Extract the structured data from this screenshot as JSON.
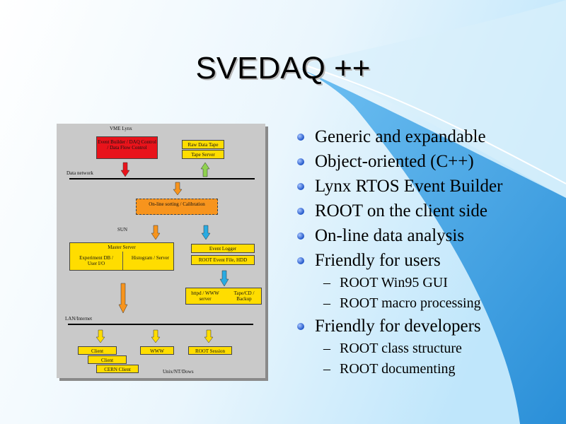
{
  "slide": {
    "title": "SVEDAQ ++",
    "bullets": [
      {
        "text": "Generic and expandable"
      },
      {
        "text": "Object-oriented (C++)"
      },
      {
        "text": "Lynx RTOS Event Builder"
      },
      {
        "text": "ROOT on the client side"
      },
      {
        "text": "On-line data analysis"
      },
      {
        "text": "Friendly for users",
        "sub": [
          "ROOT Win95 GUI",
          "ROOT macro processing"
        ]
      },
      {
        "text": "Friendly for developers",
        "sub": [
          "ROOT class structure",
          "ROOT documenting"
        ]
      }
    ],
    "dash": "–"
  },
  "diagram": {
    "vme_lynx": "VME Lynx",
    "event_builder": "Event Builder / DAQ Control / Data Flow Control",
    "raw_data_tape": "Raw Data Tape",
    "tape_server": "Tape Server",
    "data_network": "Data network",
    "online_sorting": "On-line sorting / Calibration",
    "sun": "SUN",
    "master_server": "Master Server",
    "experiment_db": "Experiment DB / User I/O",
    "histogram_server": "Histogram / Server",
    "event_logger": "Event Logger",
    "root_event_file": "ROOT Event File, HDD",
    "www_server": "httpd / WWW server",
    "tape_backup": "Tape/CD / Backup",
    "lan_internet": "LAN/Internet",
    "client": "Client",
    "client2": "Client",
    "cern_client": "CERN Client",
    "www": "WWW",
    "root_session": "ROOT Session",
    "unix_nt": "Unix/NT/Dows"
  },
  "colors": {
    "bullet": "#1f55c8",
    "red_box": "#e8131b",
    "orange_box": "#f7941d",
    "yellow_box": "#ffdd00",
    "diagram_bg": "#c9c9c9"
  }
}
